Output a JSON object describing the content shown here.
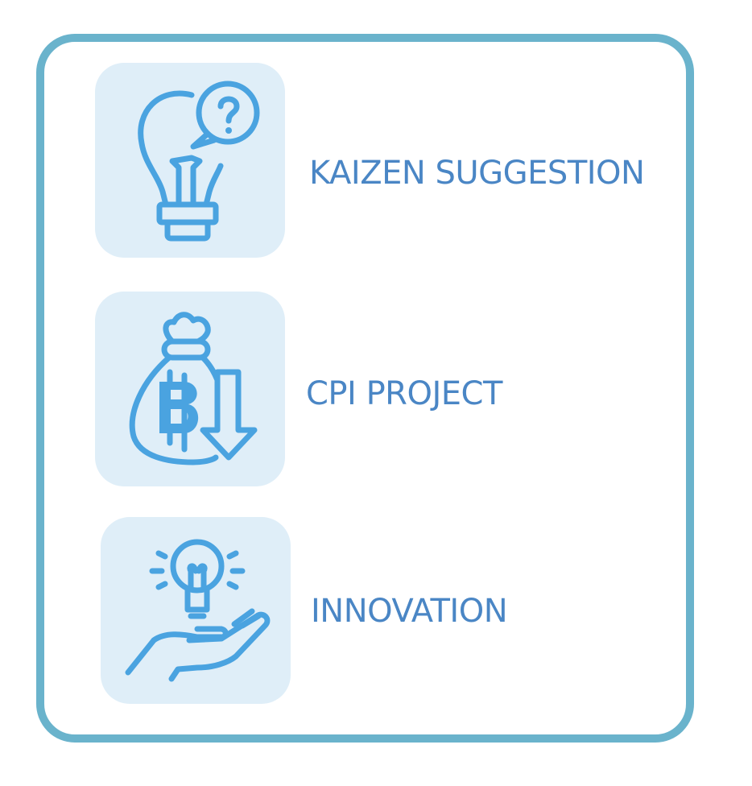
{
  "items": [
    {
      "label": "KAIZEN SUGGESTION",
      "icon": "lightbulb-question-icon"
    },
    {
      "label": "CPI PROJECT",
      "icon": "money-bag-baht-down-icon"
    },
    {
      "label": "INNOVATION",
      "icon": "hand-lightbulb-icon"
    }
  ],
  "colors": {
    "border": "#6ab3cc",
    "tile": "#dfeef8",
    "icon": "#4aa3e0",
    "text": "#4a86c5"
  }
}
